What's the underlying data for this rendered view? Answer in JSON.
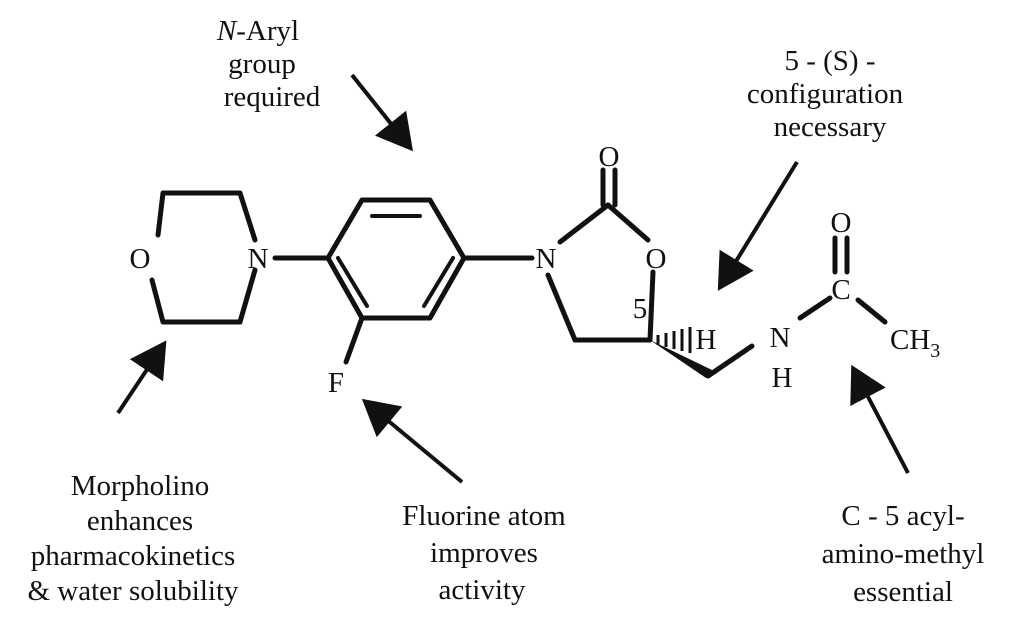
{
  "annotations": {
    "n_aryl": [
      "N-Aryl",
      "group",
      "required"
    ],
    "config": [
      "5 - (S) -",
      "configuration",
      "necessary"
    ],
    "morpholino": [
      "Morpholino",
      "enhances",
      "pharmacokinetics",
      "& water solubility"
    ],
    "fluorine": [
      "Fluorine atom",
      "improves",
      "activity"
    ],
    "acylamino": [
      "C - 5 acyl-",
      "amino-methyl",
      "essential"
    ]
  },
  "atoms": {
    "morpholine_o": "O",
    "morpholine_n": "N",
    "fluorine": "F",
    "ring_n": "N",
    "carbonyl_o": "O",
    "ring_o": "O",
    "c5_label": "5",
    "c5_h": "H",
    "amide_n": "N",
    "amide_h": "H",
    "amide_c": "C",
    "amide_o": "O",
    "methyl_ch": "CH",
    "methyl_sub": "3"
  }
}
